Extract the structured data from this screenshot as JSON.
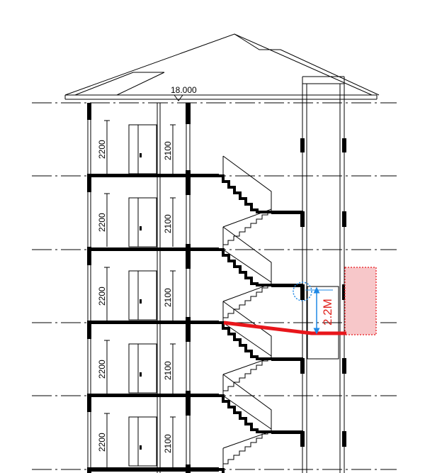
{
  "drawing": {
    "roof_elevation_label": "18.000",
    "floor_height_label": "2200",
    "door_height_label": "2100",
    "floor_count": 5,
    "callout_height_label": "2.2M",
    "colors": {
      "line": "#000000",
      "highlight": "#e8161b",
      "dimension_arrow": "#1e88e5",
      "pink_zone_fill": "#f7c7c9",
      "pink_zone_border": "#e8161b"
    }
  }
}
